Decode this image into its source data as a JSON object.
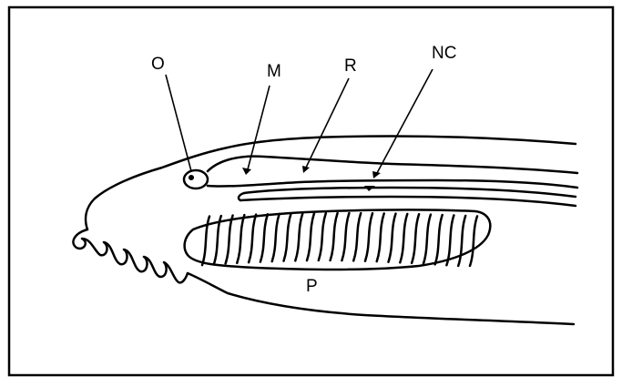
{
  "labels": {
    "O": "O",
    "M": "M",
    "R": "R",
    "NC": "NC",
    "P": "P"
  },
  "colors": {
    "stroke": "#000000",
    "background": "#ffffff",
    "frame": "#000000"
  }
}
